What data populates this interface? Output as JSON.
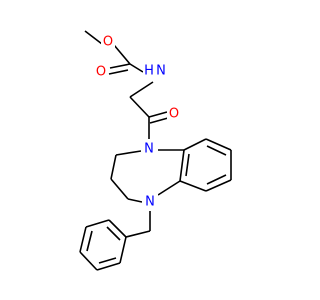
{
  "molecule": {
    "atoms": {
      "methyl_oxygen": {
        "text": "O",
        "color": "#ff0000"
      },
      "carbonyl_oxygen_carbamate": {
        "text": "O",
        "color": "#ff0000"
      },
      "carbamate_nitrogen": {
        "text": "N",
        "color": "#0000ff"
      },
      "carbamate_nh_hydrogen": {
        "text": "H",
        "color": "#0000ff"
      },
      "amide_oxygen": {
        "text": "O",
        "color": "#ff0000"
      },
      "ring_nitrogen_1": {
        "text": "N",
        "color": "#0000ff"
      },
      "ring_nitrogen_5": {
        "text": "N",
        "color": "#0000ff"
      }
    }
  }
}
